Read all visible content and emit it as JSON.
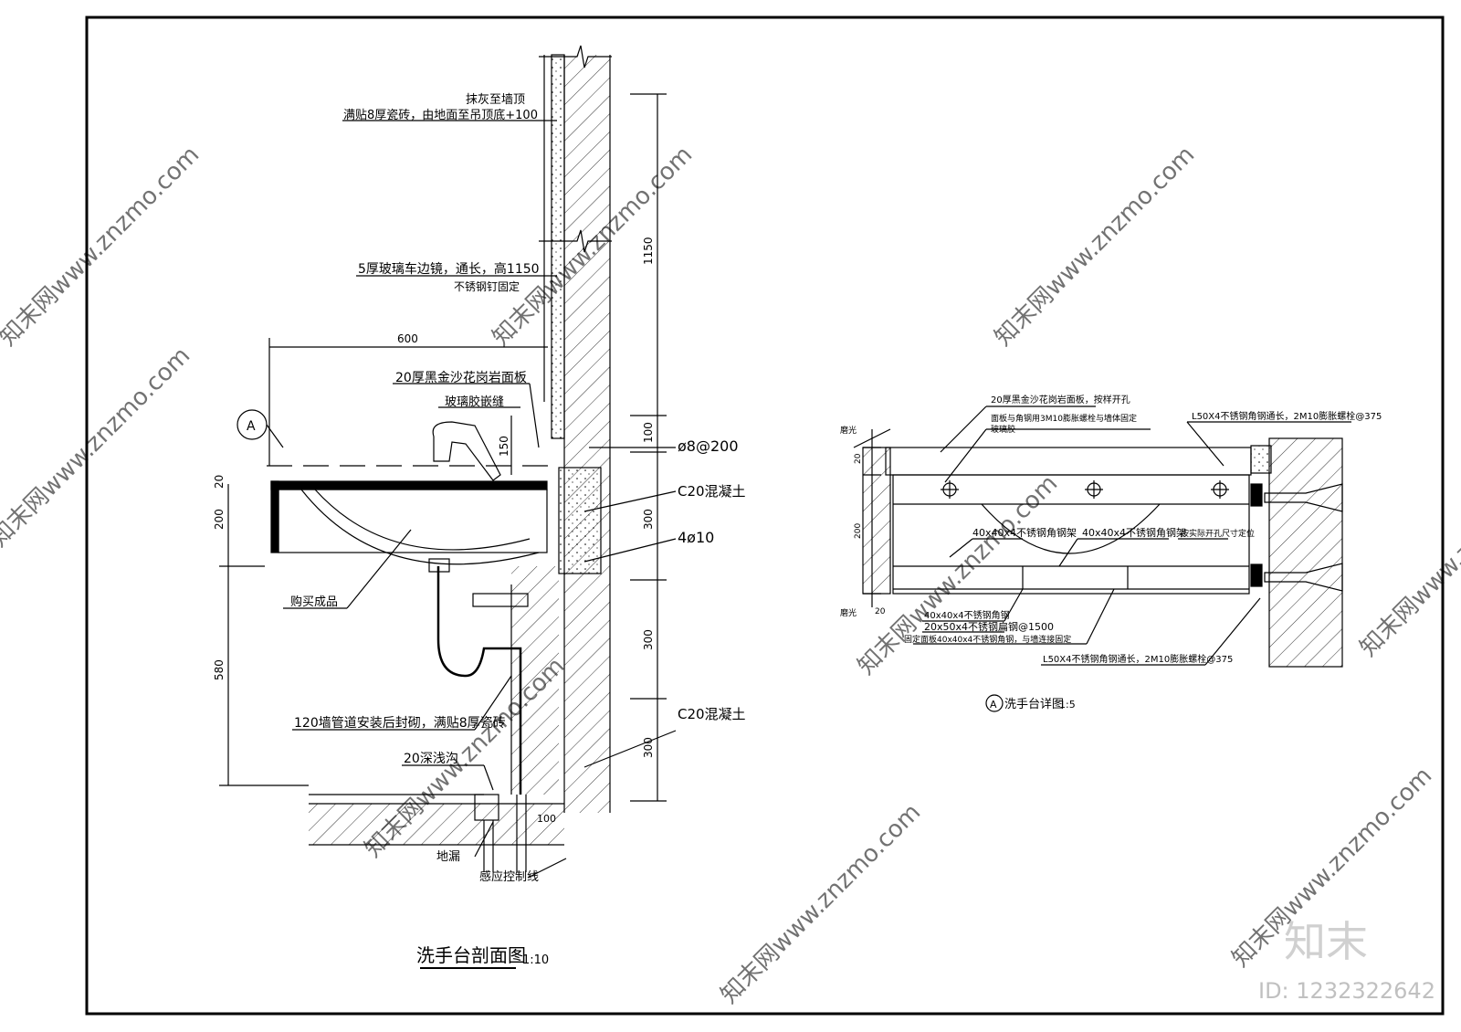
{
  "section": {
    "title": "洗手台剖面图",
    "scale": "1:10",
    "notes": {
      "plaster_to_top": "抹灰至墙顶",
      "tile_full": "满贴8厚瓷砖，由地面至吊顶底+100",
      "mirror": "5厚玻璃车边镜，通长，高1150",
      "mirror_fix": "不锈钢钉固定",
      "granite_top": "20厚黑金沙花岗岩面板",
      "glass_glue": "玻璃胶嵌缝",
      "bought": "购买成品",
      "pipe_wall": "120墙管道安装后封砌，满贴8厚瓷砖",
      "groove": "20深浅沟",
      "floor_drain": "地漏",
      "sensor_line": "感应控制线",
      "rebar": "ø8@200",
      "concrete_1": "C20混凝土",
      "main_bar": "4ø10",
      "concrete_2": "C20混凝土"
    },
    "callout": "A",
    "dims": {
      "d600": "600",
      "d1150": "1150",
      "d150": "150",
      "d100": "100",
      "d300a": "300",
      "d300b": "300",
      "d300c": "300",
      "d20": "20",
      "d200": "200",
      "d580": "580",
      "d100b": "100"
    }
  },
  "detail": {
    "title": "洗手台详图",
    "scale": "1:5",
    "callout": "A",
    "notes": {
      "n_top": "20厚黑金沙花岗岩面板，按样开孔",
      "n_bolt": "面板与角钢用3M10膨胀螺栓与墙体固定",
      "n_glue": "玻璃胶",
      "n_angle_top": "L50X4不锈钢角钢通长，2M10膨胀螺栓@375",
      "n_frame1": "40x40x4不锈钢角钢架",
      "n_frame2": "40x40x4不锈钢角钢架",
      "n_fixed": "按实际开孔尺寸定位",
      "n_b1": "40x40x4不锈钢角钢",
      "n_b2": "20x50x4不锈钢扁钢@1500",
      "n_b3": "固定面板40x40x4不锈钢角钢，与墙连接固定",
      "n_angle_bot": "L50X4不锈钢角钢通长，2M10膨胀螺栓@375",
      "polish_top": "磨光",
      "polish_bot": "磨光",
      "dim20a": "20",
      "dim200": "200",
      "dim20b": "20"
    }
  },
  "watermark": {
    "site": "知末网www.znzmo.com",
    "brand": "知末",
    "id": "ID: 1232322642"
  },
  "colors": {
    "line": "#000000",
    "watermark": "#c8c8c8"
  }
}
